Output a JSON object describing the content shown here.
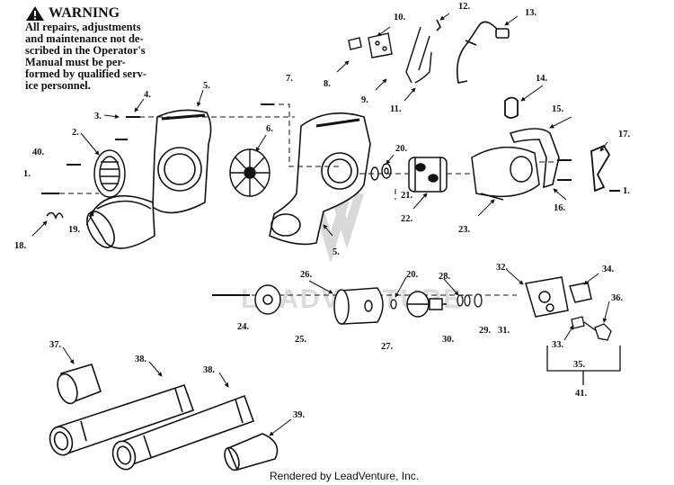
{
  "warning": {
    "title": "WARNING",
    "lines": [
      "All repairs, adjustments",
      "and maintenance not de-",
      "scribed in the Operator's",
      "Manual must be per-",
      "formed by qualified serv-",
      "ice personnel."
    ]
  },
  "footer": "Rendered by LeadVenture, Inc.",
  "watermark": "LEADVENTURE",
  "callouts": [
    "1.",
    "1.",
    "2.",
    "3.",
    "4.",
    "5.",
    "5.",
    "6.",
    "7.",
    "8.",
    "9.",
    "10.",
    "11.",
    "12.",
    "13.",
    "14.",
    "15.",
    "16.",
    "17.",
    "18.",
    "19.",
    "20.",
    "20.",
    "21.",
    "22.",
    "23.",
    "24.",
    "25.",
    "26.",
    "27.",
    "28.",
    "29.",
    "30.",
    "31.",
    "32.",
    "33.",
    "34.",
    "35.",
    "36.",
    "37.",
    "38.",
    "38.",
    "39.",
    "40.",
    "41."
  ]
}
